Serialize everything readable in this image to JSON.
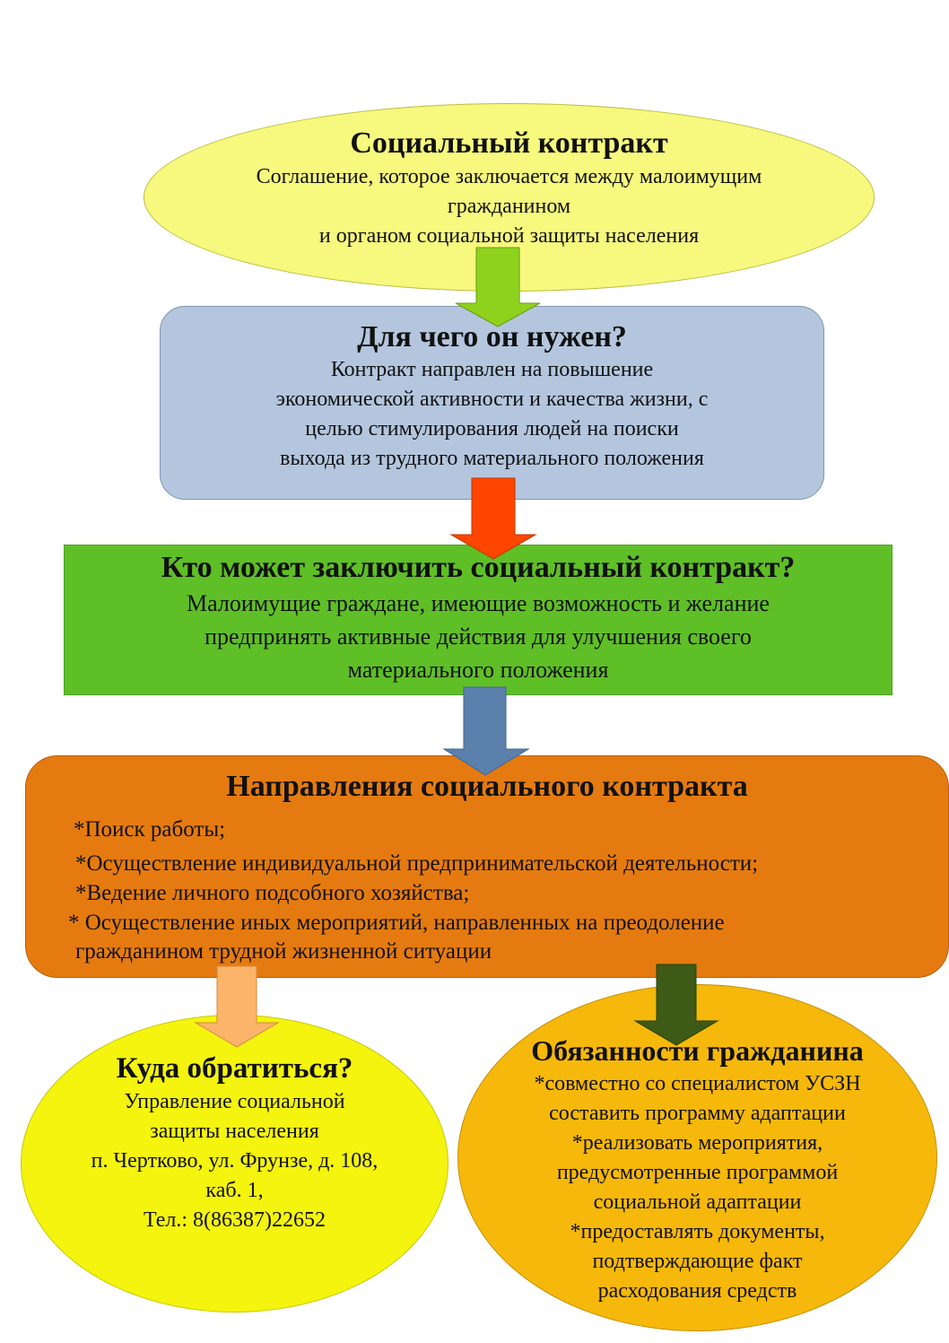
{
  "block_contract": {
    "title": "Социальный контракт",
    "lines": [
      "Соглашение, которое заключается между малоимущим",
      "гражданином",
      "и органом социальной защиты населения"
    ]
  },
  "block_purpose": {
    "title": "Для чего он нужен?",
    "lines": [
      "Контракт направлен на повышение",
      "экономической активности и качества жизни, с",
      "целью стимулирования людей на поиски",
      "выхода из трудного материального положения"
    ]
  },
  "block_who": {
    "title": "Кто может заключить социальный контракт?",
    "lines": [
      "Малоимущие граждане, имеющие возможность и желание",
      "предпринять активные действия для улучшения своего",
      "материального положения"
    ]
  },
  "block_directions": {
    "title": "Направления социального контракта",
    "items": [
      "*Поиск работы;",
      "*Осуществление индивидуальной предпринимательской деятельности;",
      "*Ведение личного подсобного хозяйства;",
      "* Осуществление иных мероприятий, направленных на преодоление",
      "гражданином трудной жизненной ситуации"
    ]
  },
  "block_where": {
    "title": "Куда обратиться?",
    "lines": [
      "Управление социальной",
      "защиты населения",
      "п. Чертково, ул. Фрунзе, д. 108,",
      "каб. 1,",
      "Тел.: 8(86387)22652"
    ]
  },
  "block_duties": {
    "title": "Обязанности гражданина",
    "lines": [
      "*совместно со специалистом УСЗН",
      "составить программу адаптации",
      "*реализовать мероприятия,",
      "предусмотренные программой",
      "социальной адаптации",
      "*предоставлять документы,",
      "подтверждающие факт",
      "расходования средств"
    ]
  },
  "colors": {
    "contract_fill": "#f7f97e",
    "purpose_fill": "#b4c6de",
    "who_fill": "#5fbf27",
    "directions_fill": "#e57b10",
    "where_fill": "#f4f40f",
    "duties_fill": "#f6b80a",
    "arrow_1": "#8fd21e",
    "arrow_2": "#ff4500",
    "arrow_3": "#5b80ac",
    "arrow_4": "#fbb46a",
    "arrow_5": "#3d5a16"
  }
}
